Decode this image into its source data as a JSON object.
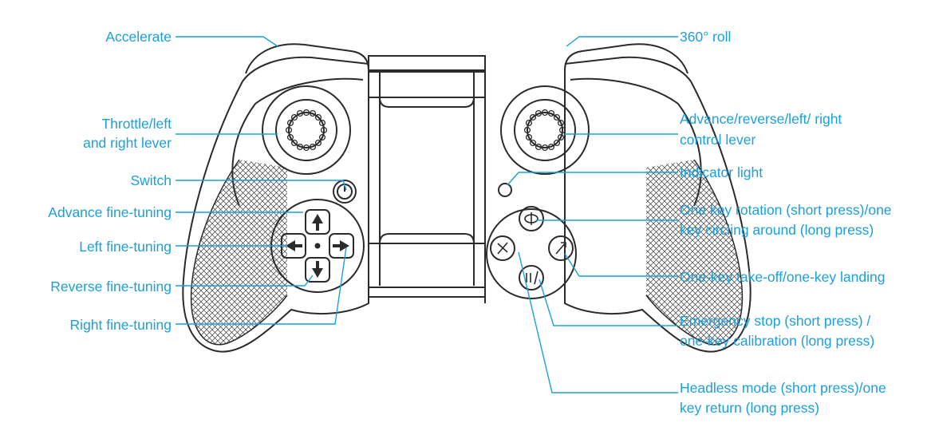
{
  "colors": {
    "label": "#1aa0dc",
    "leader": "#1aa0dc",
    "outline": "#2b2b2b"
  },
  "labels": {
    "accelerate": "Accelerate",
    "roll360": "360° roll",
    "throttle": [
      "Throttle/left",
      "and right lever"
    ],
    "control_lever": [
      "Advance/reverse/left/ right",
      "control lever"
    ],
    "switch": "Switch",
    "indicator": "Indicator light",
    "advance_fine": "Advance fine-tuning",
    "left_fine": "Left fine-tuning",
    "reverse_fine": "Reverse fine-tuning",
    "right_fine": "Right fine-tuning",
    "rotation": [
      "One key rotation (short press)/one",
      "key circling around (long press)"
    ],
    "takeoff": "One-key take-off/one-key landing",
    "emergency": [
      "Emergency stop (short press) /",
      "one-key calibration (long press)"
    ],
    "headless": [
      "Headless mode (short press)/one",
      "key return (long press)"
    ]
  },
  "icons": [
    "power-icon",
    "indicator-light-icon",
    "rotation-icon",
    "takeoff-landing-icon",
    "emergency-stop-icon",
    "headless-icon",
    "dpad-arrow-icon"
  ]
}
